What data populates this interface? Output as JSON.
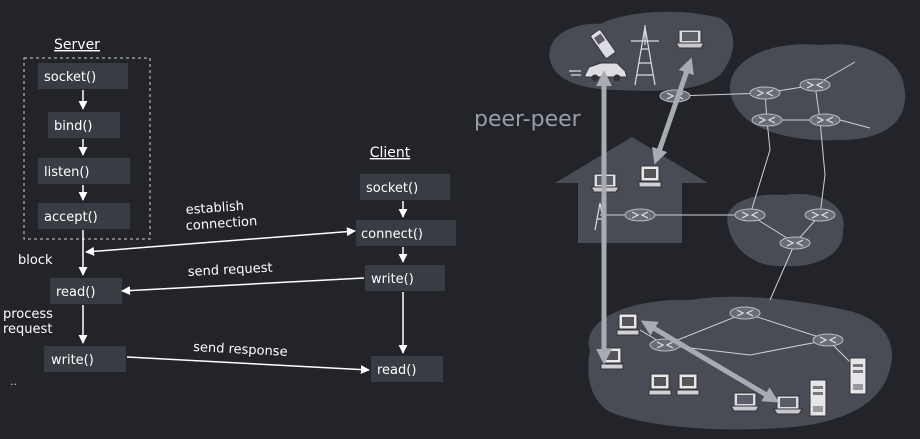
{
  "server": {
    "title": "Server",
    "calls": [
      "socket()",
      "bind()",
      "listen()",
      "accept()",
      "read()",
      "write()"
    ]
  },
  "client": {
    "title": "Client",
    "calls": [
      "socket()",
      "connect()",
      "write()",
      "read()"
    ]
  },
  "labels": {
    "block": "block",
    "process_line1": "process",
    "process_line2": "request",
    "establish_line1": "establish",
    "establish_line2": "connection",
    "send_request": "send request",
    "send_response": "send response",
    "dots": ".."
  },
  "network": {
    "title": "peer-peer"
  },
  "colors": {
    "background": "#23242a",
    "box": "#3a3c44",
    "text": "#ffffff",
    "network_title": "#9a9ca6",
    "cloud": "#4a4c55",
    "peer_arrow": "#a9abb3"
  }
}
